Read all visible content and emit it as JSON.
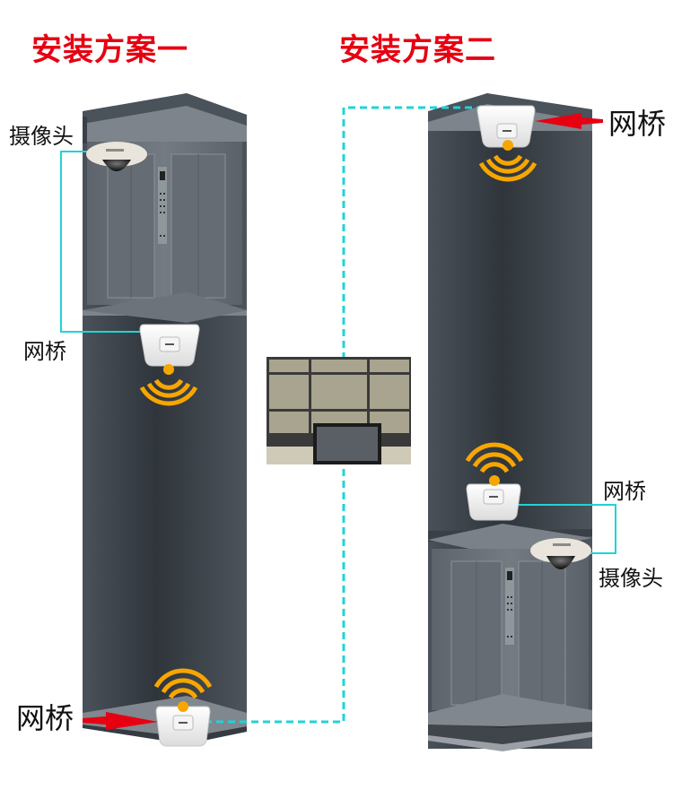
{
  "plan_one": {
    "title": "安装方案一",
    "camera_label": "摄像头",
    "bridge_in_car_label": "网桥",
    "bridge_bottom_label": "网桥"
  },
  "plan_two": {
    "title": "安装方案二",
    "bridge_top_label": "网桥",
    "bridge_in_car_label": "网桥",
    "camera_label": "摄像头"
  },
  "monitor": {
    "description": "monitoring-center-video-wall"
  },
  "colors": {
    "title": "#e60012",
    "link_line": "#1fd3d8",
    "wifi": "#f7a600",
    "arrow": "#e60012",
    "shaft": "#3c434a"
  },
  "icons": [
    "wifi-signal-icon",
    "wireless-bridge-icon",
    "dome-camera-icon",
    "arrow-icon"
  ]
}
